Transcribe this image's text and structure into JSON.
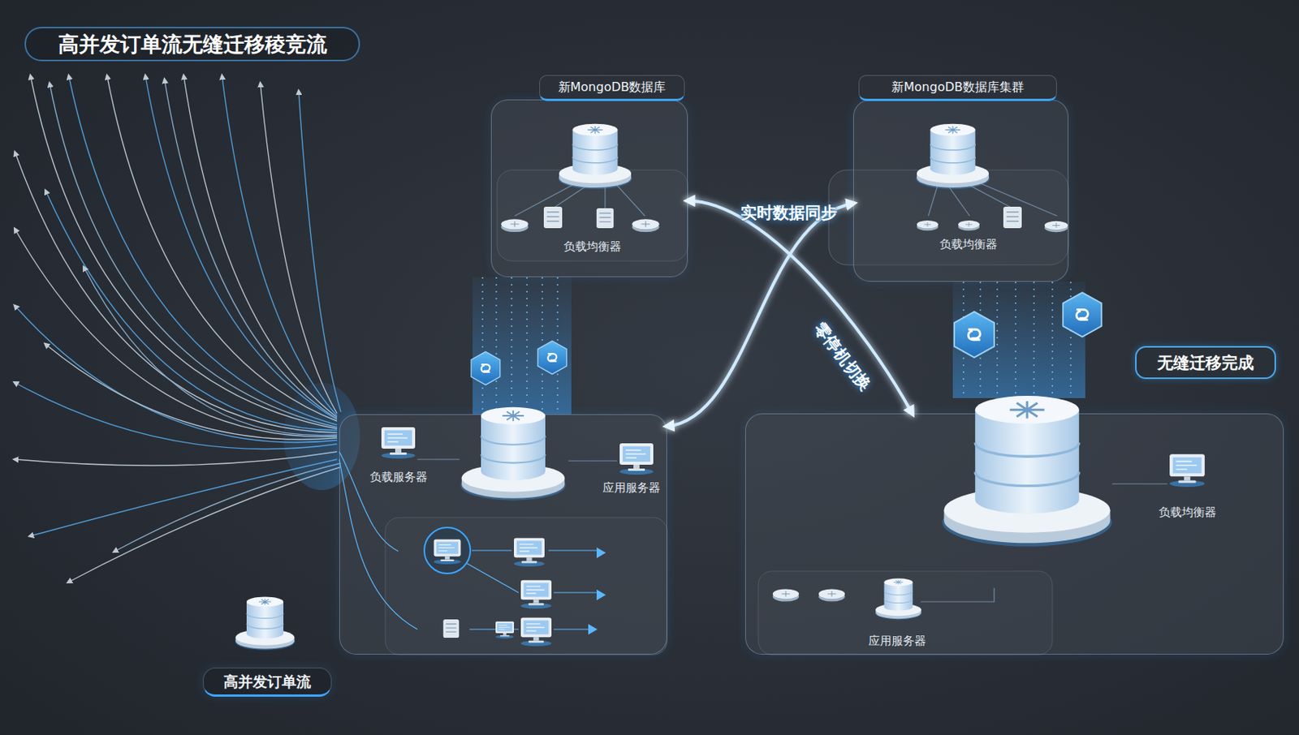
{
  "diagram": {
    "title": "高并发订单流无缝迁移稜竞流",
    "nodes": [
      {
        "text": [
          "新MongoDB数据库",
          "负载均衡器"
        ]
      },
      {
        "text": [
          "新MongoDB数据库集群",
          "负载均衡器"
        ]
      },
      {
        "text": [
          "负载服务器",
          "应用服务器"
        ]
      },
      {
        "text": [
          "负载均衡器",
          "应用服务器"
        ]
      },
      {
        "text": [
          "高并发订单流"
        ]
      }
    ],
    "edges": [
      {
        "from": 0,
        "to": 3,
        "label": "零停机切换",
        "arrow": "both"
      },
      {
        "from": 2,
        "to": 1,
        "label": "实时数据同步",
        "arrow": "both"
      }
    ],
    "labels": [
      "无缝迁移完成"
    ]
  }
}
